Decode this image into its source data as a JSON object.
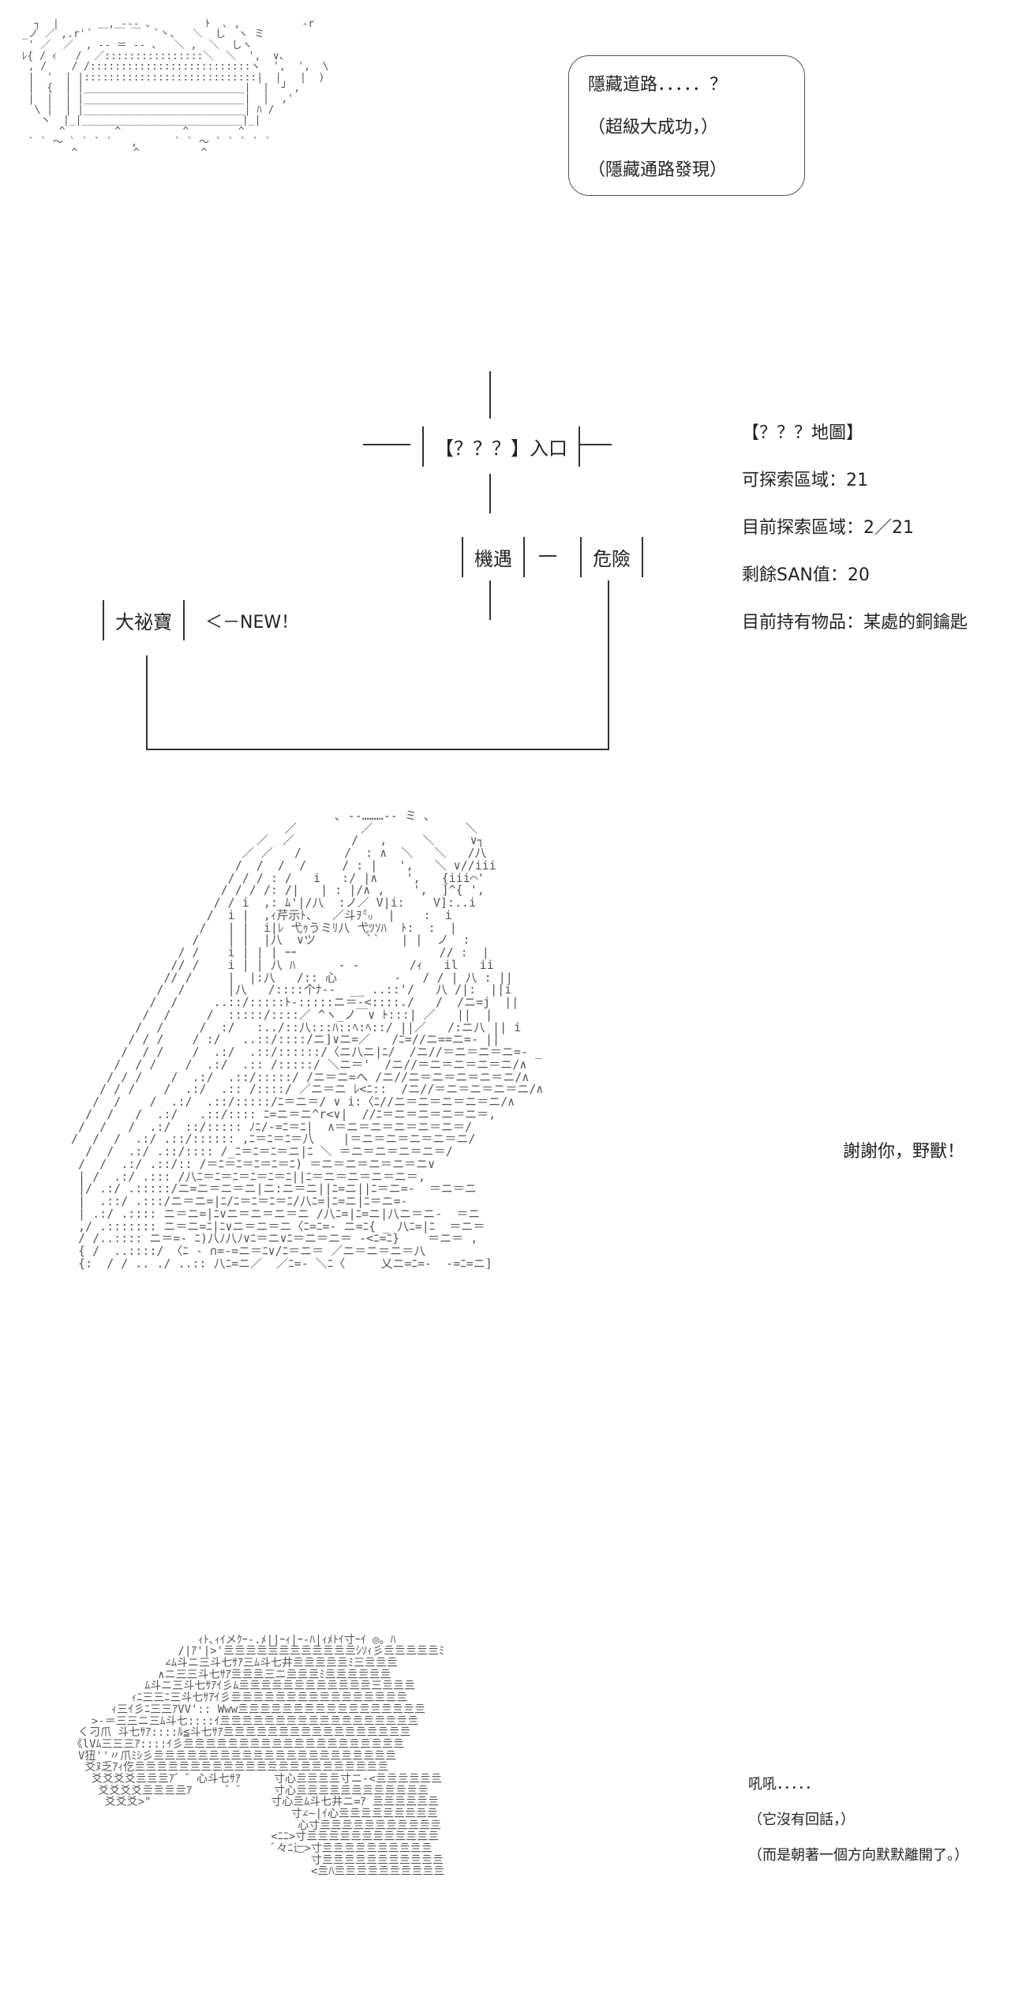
{
  "scene1": {
    "bubble_lines": [
      "隱藏道路．．．．．？",
      "（超級大成功，）",
      "（隱藏通路發現）"
    ]
  },
  "map": {
    "entrance": "【？？？】入口",
    "chance": "機遇",
    "danger": "危險",
    "treasure": "大祕寶",
    "new_marker": "＜－NEW！",
    "info": {
      "title": "【？？？地圖】",
      "explorable": "可探索區域：21",
      "current": "目前探索區域：2／21",
      "san": "剩餘SAN值：20",
      "item": "目前持有物品：某處的銅鑰匙"
    }
  },
  "scene2": {
    "dialogue": "謝謝你，野獸！"
  },
  "scene3": {
    "lines": [
      "吼吼．．．．．",
      "（它沒有回話，）",
      "（而是朝著一個方向默默離開了。）"
    ]
  }
}
